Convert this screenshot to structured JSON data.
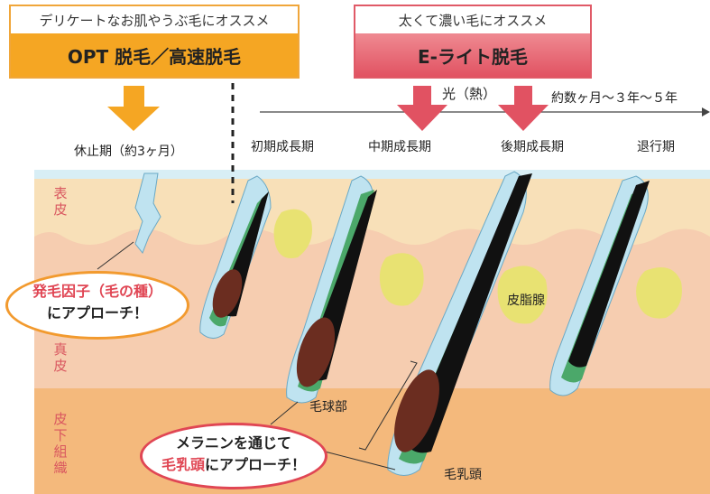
{
  "opt_box": {
    "subtitle": "デリケートなお肌やうぶ毛にオススメ",
    "title": "OPT 脱毛／高速脱毛"
  },
  "e_box": {
    "subtitle": "太くて濃い毛にオススメ",
    "title": "E-ライト脱毛"
  },
  "timeline": {
    "light_label": "光（熱）",
    "duration_label": "約数ヶ月〜３年〜５年"
  },
  "stages": {
    "resting": "休止期（約3ヶ月）",
    "early": "初期成長期",
    "middle": "中期成長期",
    "late": "後期成長期",
    "regression": "退行期"
  },
  "layers": {
    "epidermis": "表皮",
    "dermis": "真皮",
    "subcutis": "皮下組織"
  },
  "labels": {
    "sebaceous": "皮脂腺",
    "hair_bulb": "毛球部",
    "papilla": "毛乳頭"
  },
  "bubble_left": {
    "line1_highlight": "発毛因子（毛の種）",
    "line2": "にアプローチ！"
  },
  "bubble_right": {
    "line1": "メラニンを通じて",
    "line2_highlight": "毛乳頭",
    "line2_rest": "にアプローチ！"
  },
  "colors": {
    "opt_orange": "#f5a623",
    "e_red": "#e15262",
    "epidermis": "#f7dcb0",
    "dermis": "#f6c9a8",
    "subcutis": "#f5b77a",
    "sebum": "#e8e272"
  }
}
